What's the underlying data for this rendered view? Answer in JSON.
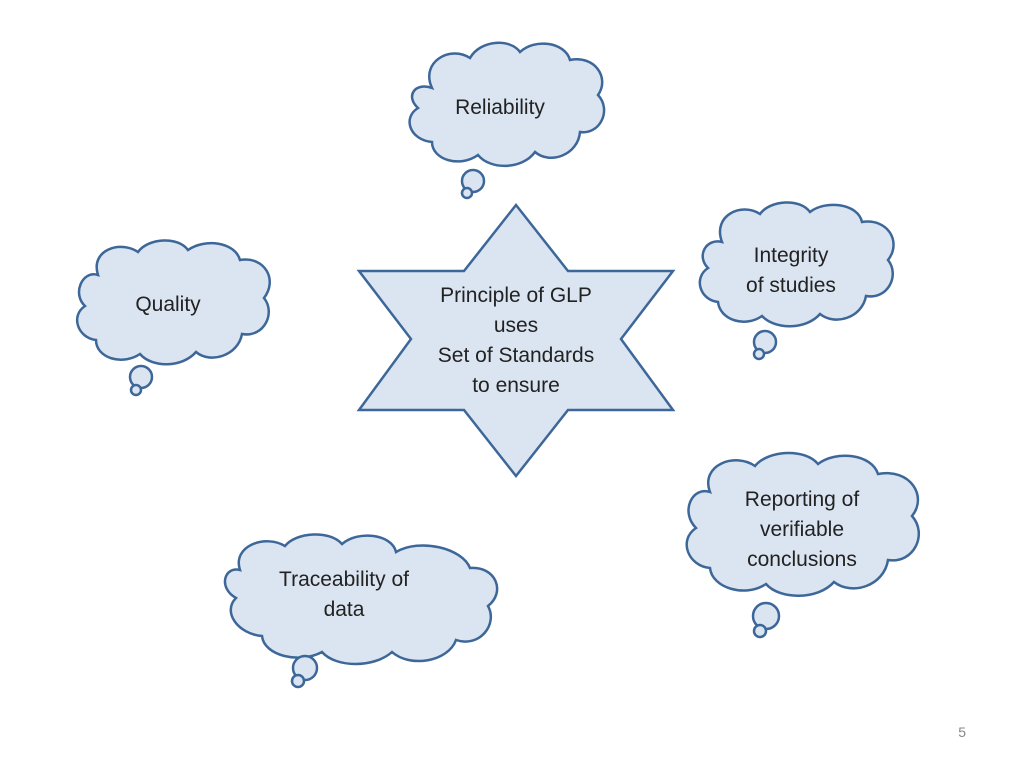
{
  "diagram": {
    "center": {
      "text": "Principle of GLP\nuses\nSet of Standards\nto ensure"
    },
    "clouds": [
      {
        "id": "reliability",
        "text": "Reliability"
      },
      {
        "id": "integrity",
        "text": "Integrity\nof studies"
      },
      {
        "id": "quality",
        "text": "Quality"
      },
      {
        "id": "reporting",
        "text": "Reporting of\nverifiable\nconclusions"
      },
      {
        "id": "traceability",
        "text": "Traceability of\ndata"
      }
    ]
  },
  "page_number": "5",
  "colors": {
    "fill": "#dbe5f1",
    "stroke": "#3d6799",
    "text": "#222222"
  }
}
